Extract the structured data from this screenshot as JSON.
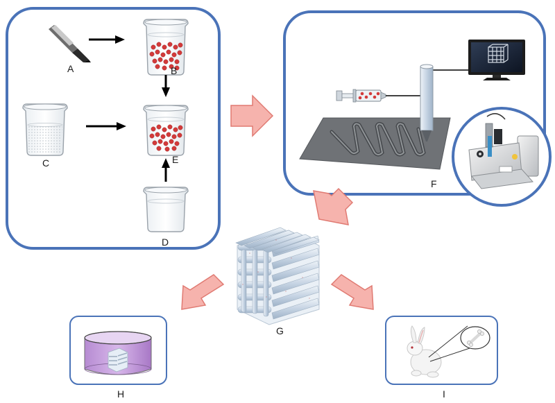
{
  "labels": {
    "a": "A",
    "b": "B",
    "c": "C",
    "d": "D",
    "e": "E",
    "f": "F",
    "g": "G",
    "h": "H",
    "i": "I"
  },
  "colors": {
    "panel_border": "#4a73b8",
    "flow_arrow_fill": "#f6b3ad",
    "flow_arrow_stroke": "#e07a72",
    "particle": "#d33a3a",
    "medium": "#b48ad0",
    "print_bed": "#6f7276"
  },
  "icons": [
    "pipette-icon",
    "beaker-icon",
    "syringe-icon",
    "monitor-icon",
    "printer-photo-icon",
    "scaffold-icon",
    "rabbit-icon",
    "bone-icon"
  ]
}
